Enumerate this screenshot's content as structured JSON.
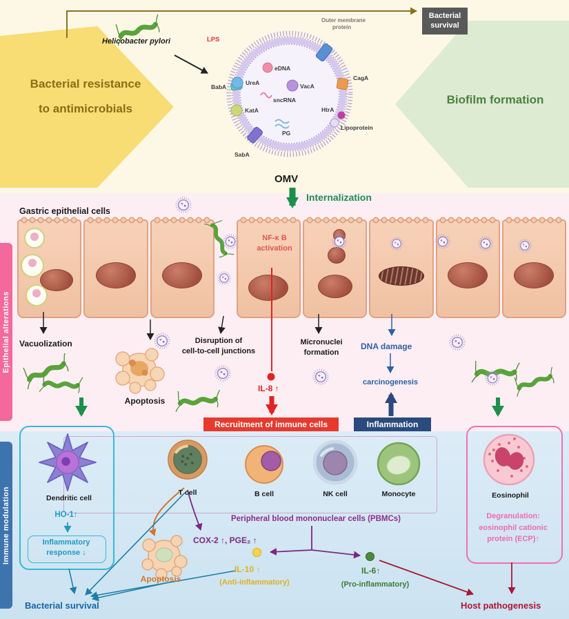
{
  "colors": {
    "recruitment_banner_bg": "#e8392e",
    "inflammation_banner_bg": "#2b4a7d",
    "survival_box_bg": "#595959",
    "epithelial_bar": "#f4699b",
    "immune_bar": "#3e74ae",
    "internalization_green": "#1d8f4b",
    "il8_red": "#e02424",
    "dna_blue": "#2e5fa3"
  },
  "top": {
    "survival_box": "Bacterial survival",
    "left_banner_line1": "Bacterial resistance",
    "left_banner_line2": "to antimicrobials",
    "right_banner": "Biofilm formation",
    "hp": "Helicobacter pylori",
    "omv": "OMV",
    "internalization": "Internalization",
    "omv_labels": {
      "lps": "LPS",
      "omp_line1": "Outer membrane",
      "omp_line2": "protein",
      "caga": "CagA",
      "baba": "BabA",
      "htra": "HtrA",
      "lipoprotein": "Lipoprotein",
      "saba": "SabA",
      "edna": "eDNA",
      "urea": "UreA",
      "vaca": "VacA",
      "sncrna": "sncRNA",
      "kata": "KatA",
      "pg": "PG"
    }
  },
  "epithelial": {
    "side_label": "Epithelial alterations",
    "gastric": "Gastric epithelial cells",
    "nfkb_line1": "NF-κ B",
    "nfkb_line2": "activation",
    "vacuolization": "Vacuolization",
    "apoptosis": "Apoptosis",
    "disruption_line1": "Disruption of",
    "disruption_line2": "cell-to-cell junctions",
    "micronuclei_line1": "Micronuclei",
    "micronuclei_line2": "formation",
    "dna_damage": "DNA damage",
    "il8": "IL-8 ↑",
    "carcinogenesis": "carcinogenesis",
    "recruitment_banner": "Recruitment of immune cells",
    "inflammation_banner": "Inflammation"
  },
  "immune": {
    "side_label": "Immune modulation",
    "dendritic": "Dendritic cell",
    "tcell": "T cell",
    "bcell": "B cell",
    "nkcell": "NK cell",
    "monocyte": "Monocyte",
    "eosinophil": "Eosinophil",
    "pbmc": "Peripheral blood mononuclear cells (PBMCs)",
    "ho1": "HO-1↑",
    "inflam_resp_line1": "Inflammatory",
    "inflam_resp_line2": "response ↓",
    "degran_line1": "Degranulation:",
    "degran_line2": "eosinophil cationic",
    "degran_line3": "protein (ECP)↑",
    "cox2": "COX-2 ↑, PGE₂ ↑",
    "apoptosis": "Apoptosis",
    "il10": "IL-10 ↑",
    "il10_sub": "(Anti-inflammatory)",
    "il6": "IL-6↑",
    "il6_sub": "(Pro-inflammatory)",
    "bacterial_survival": "Bacterial survival",
    "host_pathogenesis": "Host pathogenesis"
  }
}
